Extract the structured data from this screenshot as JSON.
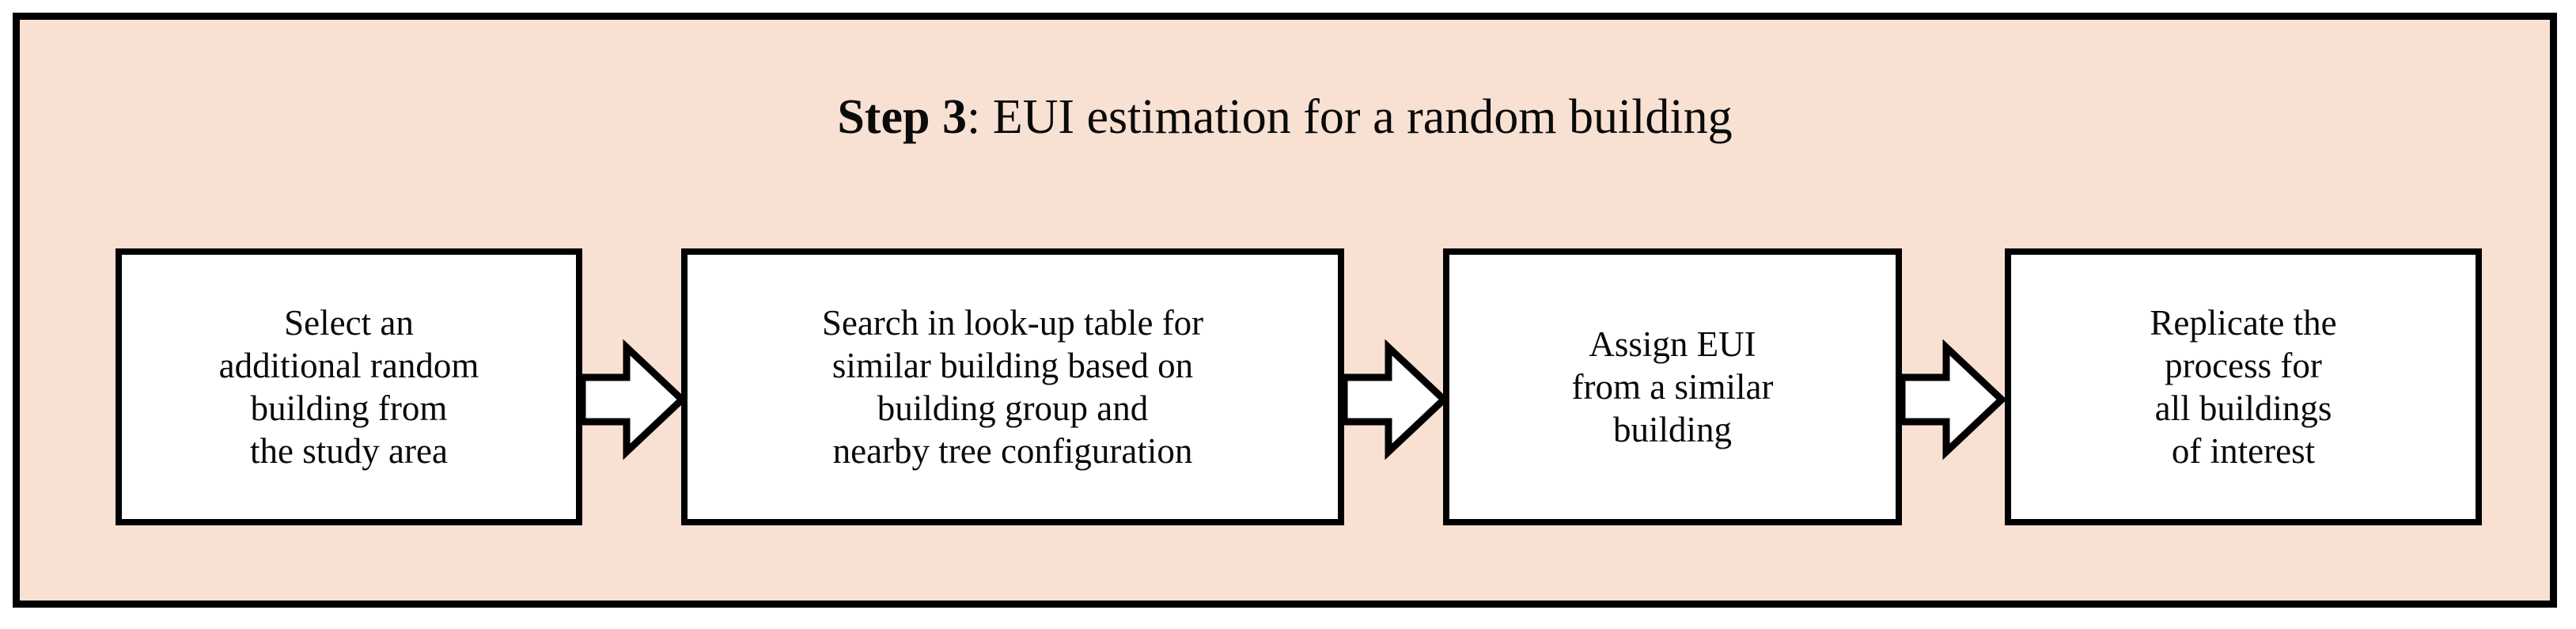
{
  "figure": {
    "name": "step-3-eui-estimation-flowchart",
    "colors": {
      "panel_background": "#f8e0d3",
      "panel_border": "#000000",
      "box_background": "#ffffff",
      "box_border": "#000000",
      "text": "#0a0a0a",
      "arrow_fill": "#ffffff",
      "arrow_stroke": "#000000"
    },
    "title": {
      "strong": "Step 3",
      "rest": ": EUI estimation for a random building",
      "full": "Step 3: EUI estimation for a random building"
    },
    "boxes": [
      {
        "id": "select-random-building",
        "text": "Select an\nadditional random\nbuilding from\nthe study area",
        "lines": [
          "Select an",
          "additional random",
          "building from",
          "the study area"
        ]
      },
      {
        "id": "search-lookup-table",
        "text": "Search in look-up table for\nsimilar building based on\nbuilding group and\nnearby tree configuration",
        "lines": [
          "Search in look-up table for",
          "similar building based on",
          "building group and",
          "nearby tree configuration"
        ]
      },
      {
        "id": "assign-eui",
        "text": "Assign EUI\nfrom a similar\nbuilding",
        "lines": [
          "Assign EUI",
          "from a similar",
          "building"
        ]
      },
      {
        "id": "replicate-process",
        "text": "Replicate the\nprocess for\nall buildings\nof interest",
        "lines": [
          "Replicate the",
          "process for",
          "all buildings",
          "of interest"
        ]
      }
    ],
    "arrows": [
      {
        "id": "arrow-1",
        "icon": "block-arrow-right-icon",
        "from": "select-random-building",
        "to": "search-lookup-table"
      },
      {
        "id": "arrow-2",
        "icon": "block-arrow-right-icon",
        "from": "search-lookup-table",
        "to": "assign-eui"
      },
      {
        "id": "arrow-3",
        "icon": "block-arrow-right-icon",
        "from": "assign-eui",
        "to": "replicate-process"
      }
    ]
  }
}
